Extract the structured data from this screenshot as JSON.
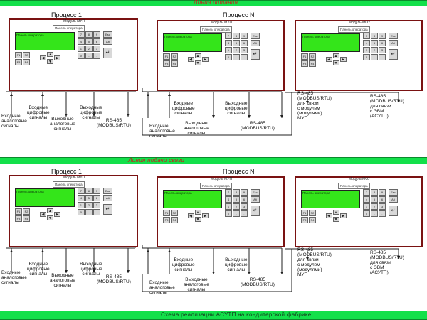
{
  "colors": {
    "bar": "#13e04a",
    "frame": "#7a1212",
    "lcd": "#34e51a",
    "bar_text": "#c81c1c"
  },
  "icons": [
    "arrow-up-icon",
    "arrow-down-icon",
    "arrow-left-icon",
    "arrow-right-icon",
    "enter-icon"
  ],
  "top": {
    "bar_label": "Линия питания",
    "process1_title": "Процесс 1",
    "processN_title": "Процесс N",
    "panel1": {
      "module": "Модуль МУП",
      "operator": "Панель оператора",
      "lcd": "Панель оператора"
    },
    "panel2": {
      "module": "Модуль МУП",
      "operator": "Панель оператора",
      "lcd": "Панель оператора"
    },
    "panel3": {
      "module": "Модуль МОУ",
      "operator": "Панель оператора",
      "lcd": "Панель оператора"
    },
    "labels": {
      "p1_analog_in": [
        "Входные",
        "аналоговые",
        "сигналы"
      ],
      "p1_digital_in": [
        "Входные",
        "цифровые",
        "сигналы"
      ],
      "p1_analog_out": [
        "Выходные",
        "аналоговые",
        "сигналы"
      ],
      "p1_digital_out": [
        "Выходные",
        "цифровые",
        "сигналы"
      ],
      "p1_rs485": [
        "RS-485",
        "(MODBUS/RTU)"
      ],
      "pn_analog_in": [
        "Входные",
        "аналоговые",
        "сигналы"
      ],
      "pn_digital_in": [
        "Входные",
        "цифровые",
        "сигналы"
      ],
      "pn_analog_out": [
        "Выходные",
        "аналоговые",
        "сигналы"
      ],
      "pn_digital_out": [
        "Выходные",
        "цифровые",
        "сигналы"
      ],
      "pn_rs485": [
        "RS-485",
        "(MODBUS/RTU)"
      ],
      "mou_rs485_left": [
        "RS-485",
        "(MODBUS/RTU)",
        "для связи",
        "с модулем",
        "(модулями)",
        "МУП"
      ],
      "mou_rs485_right": [
        "RS-485",
        "(MODBUS/RTU)",
        "для связи",
        "с ЭВМ",
        "(АСУТП)"
      ]
    }
  },
  "bottom": {
    "bar_label": "Линия подачи связи",
    "process1_title": "Процесс 1",
    "processN_title": "Процесс N",
    "panel1": {
      "module": "Модуль МУП",
      "operator": "Панель оператора",
      "lcd": "Панель оператора"
    },
    "panel2": {
      "module": "Модуль МУП",
      "operator": "Панель оператора",
      "lcd": "Панель оператора"
    },
    "panel3": {
      "module": "Модуль МОУ",
      "operator": "Панель оператора",
      "lcd": "Панель оператора"
    },
    "labels": {
      "p1_analog_in": [
        "Входные",
        "аналоговые",
        "сигналы"
      ],
      "p1_digital_in": [
        "Входные",
        "цифровые",
        "сигналы"
      ],
      "p1_analog_out": [
        "Выходные",
        "аналоговые",
        "сигналы"
      ],
      "p1_digital_out": [
        "Выходные",
        "цифровые",
        "сигналы"
      ],
      "p1_rs485": [
        "RS-485",
        "(MODBUS/RTU)"
      ],
      "pn_analog_in": [
        "Входные",
        "аналоговые",
        "сигналы"
      ],
      "pn_digital_in": [
        "Входные",
        "цифровые",
        "сигналы"
      ],
      "pn_analog_out": [
        "Выходные",
        "аналоговые",
        "сигналы"
      ],
      "pn_digital_out": [
        "Выходные",
        "цифровые",
        "сигналы"
      ],
      "pn_rs485": [
        "RS-485",
        "(MODBUS/RTU)"
      ],
      "mou_rs485_left": [
        "RS-485",
        "(MODBUS/RTU)",
        "для связи",
        "с модулем",
        "(модулями)",
        "МУП"
      ],
      "mou_rs485_right": [
        "RS-485",
        "(MODBUS/RTU)",
        "для связи",
        "с ЭВМ",
        "(АСУТП)"
      ]
    }
  },
  "footer_caption": "Схема реализации АСУТП на кондитерской фабрике",
  "keys": {
    "f": [
      "F1",
      "F2",
      "F3",
      "F4"
    ],
    "num": [
      "7",
      "8",
      "9",
      "4",
      "5",
      "6",
      "1",
      "2",
      "3",
      "0",
      "-",
      "."
    ],
    "side": [
      "Esc",
      "Alt",
      "Ent"
    ]
  }
}
